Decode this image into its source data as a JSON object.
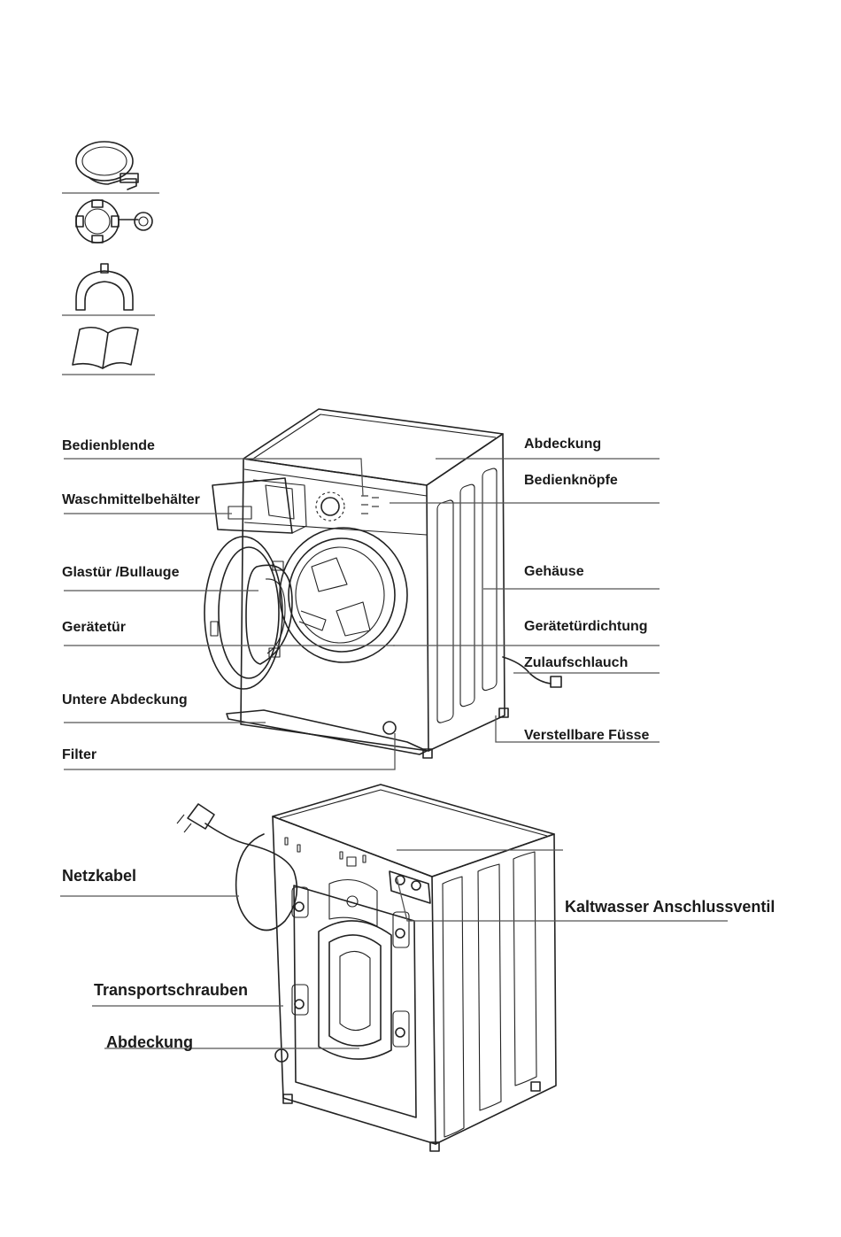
{
  "accessories": {
    "items": [
      {
        "icon": "inlet-hose-icon"
      },
      {
        "icon": "transport-bolt-cap-icon"
      },
      {
        "icon": "hose-bracket-icon"
      },
      {
        "icon": "manual-book-icon"
      }
    ]
  },
  "front_view": {
    "left_labels": {
      "control_panel": "Bedienblende",
      "detergent_drawer": "Waschmittelbehälter",
      "glass_door": "Glastür /Bullauge",
      "appliance_door": "Gerätetür",
      "lower_cover": "Untere Abdeckung",
      "filter": "Filter"
    },
    "right_labels": {
      "top_cover": "Abdeckung",
      "control_knobs": "Bedienknöpfe",
      "housing": "Gehäuse",
      "door_seal": "Gerätetürdichtung",
      "inlet_hose": "Zulaufschlauch",
      "adjustable_feet": "Verstellbare Füsse"
    }
  },
  "rear_view": {
    "labels": {
      "power_cable": "Netzkabel",
      "transport_bolts": "Transportschrauben",
      "cover": "Abdeckung",
      "cold_water_valve": "Kaltwasser Anschlussventil"
    }
  }
}
